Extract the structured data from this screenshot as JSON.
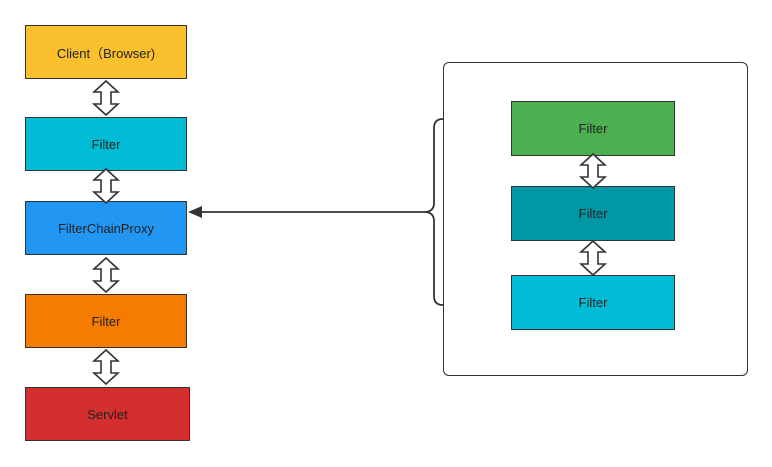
{
  "colors": {
    "client": "#fbc02d",
    "filter1": "#00bcd4",
    "proxy": "#2196f3",
    "filter2": "#f57c00",
    "servlet": "#d32f2f",
    "chain_filter1": "#4caf50",
    "chain_filter2": "#0097a7",
    "chain_filter3": "#00bcd4",
    "stroke": "#333333"
  },
  "left_column": {
    "client_label": "Client（Browser)",
    "filter1_label": "Filter",
    "proxy_label": "FilterChainProxy",
    "filter2_label": "Filter",
    "servlet_label": "Servlet"
  },
  "chain": {
    "filter1_label": "Filter",
    "filter2_label": "Filter",
    "filter3_label": "Filter"
  },
  "icons": {
    "bidirectional": "double-headed-arrow-icon",
    "connector": "arrow-left-icon",
    "brace": "curly-brace-icon"
  }
}
